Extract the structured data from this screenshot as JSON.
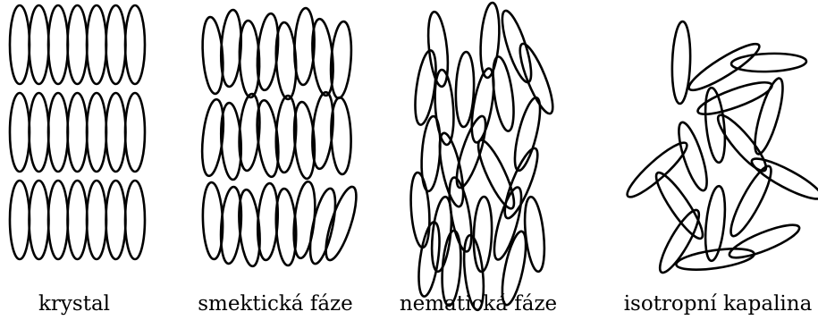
{
  "colors": {
    "background": "#ffffff",
    "ink": "#000000"
  },
  "panels": [
    {
      "id": "krystal",
      "label": "krystal"
    },
    {
      "id": "smekticka",
      "label": "smektická fáze"
    },
    {
      "id": "nematicka",
      "label": "nematická fáze"
    },
    {
      "id": "isotropni",
      "label": "isotropní kapalina"
    }
  ]
}
